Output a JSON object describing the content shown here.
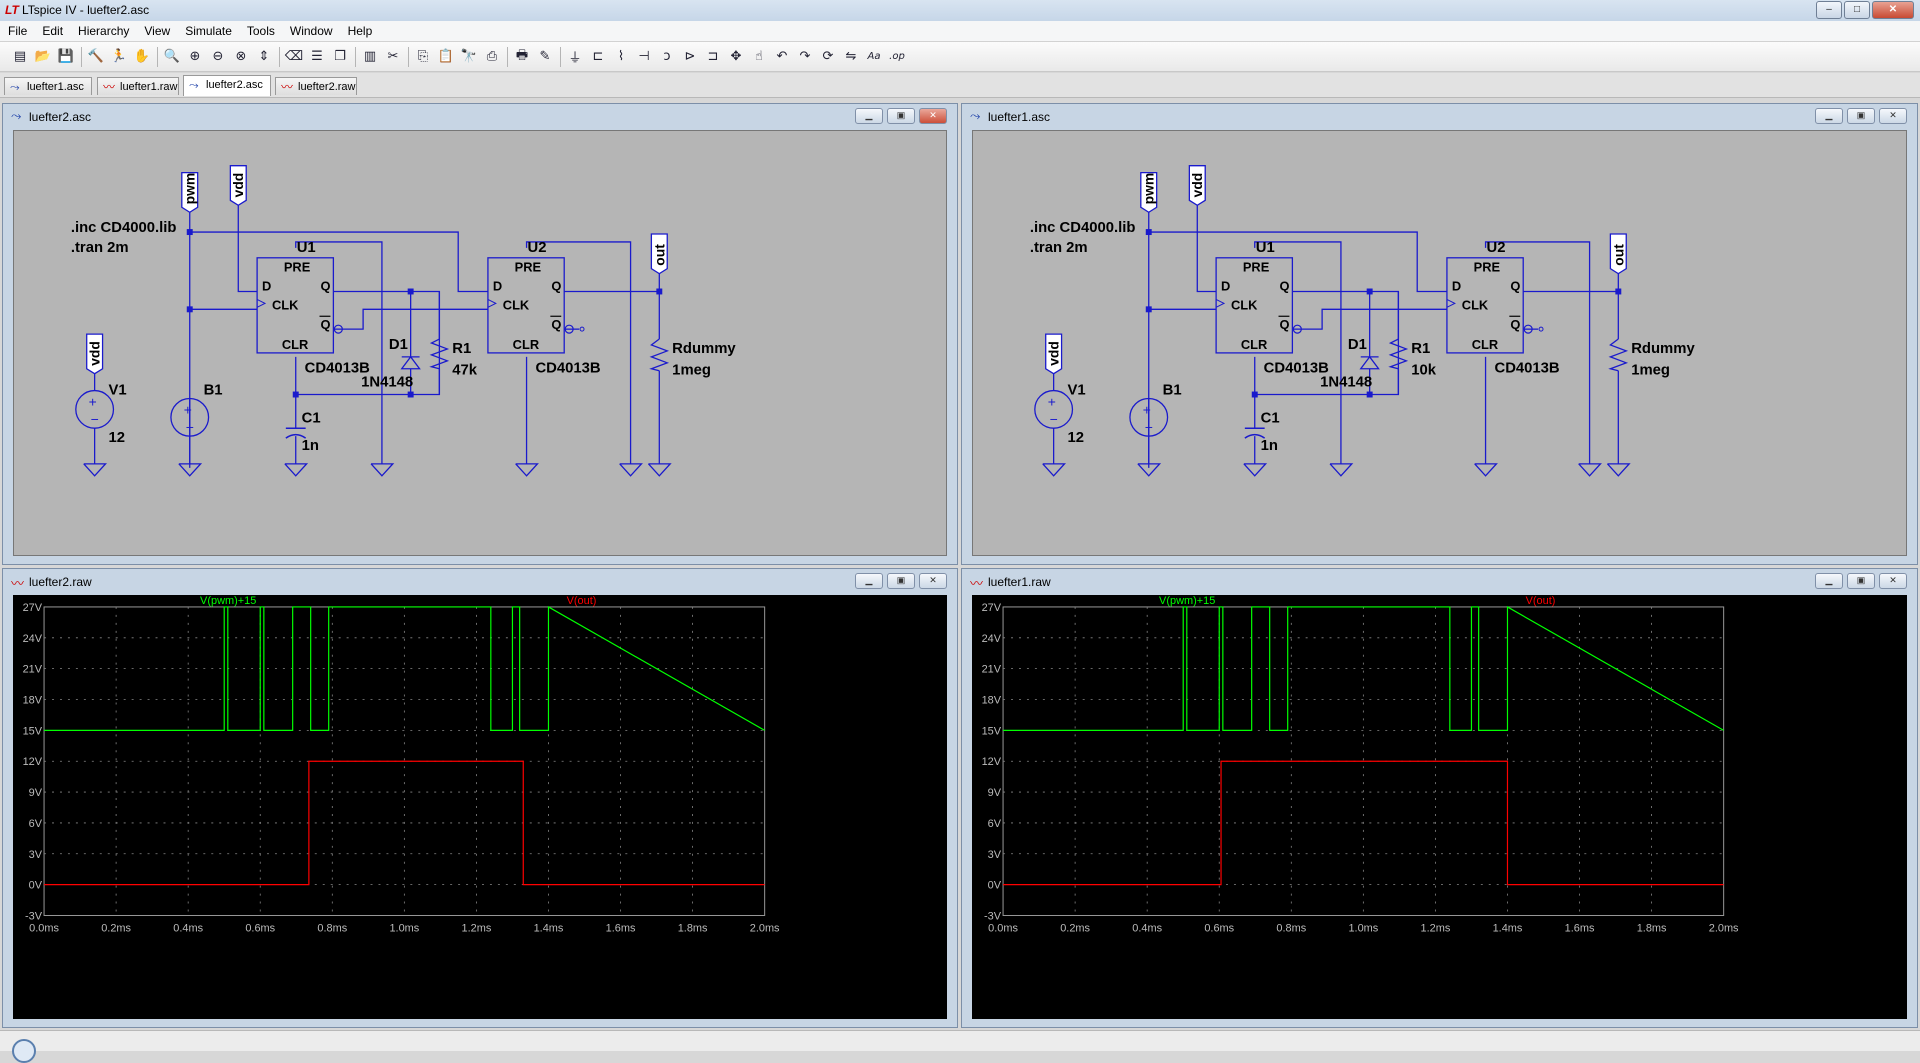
{
  "window": {
    "app_icon": "LT",
    "title": "LTspice IV - luefter2.asc"
  },
  "menu": [
    "File",
    "Edit",
    "Hierarchy",
    "View",
    "Simulate",
    "Tools",
    "Window",
    "Help"
  ],
  "toolbar": {
    "icons": [
      "new-schematic-icon",
      "open-icon",
      "save-icon",
      "control-panel-icon",
      "run-icon",
      "halt-icon",
      "zoom-in-icon",
      "zoom-extents-icon",
      "zoom-out-icon",
      "zoom-cancel-icon",
      "autorange-icon",
      "delete-traces-icon",
      "tile-horizontal-icon",
      "cascade-icon",
      "tile-vertical-icon",
      "cut-icon",
      "copy-icon",
      "paste-icon",
      "find-icon",
      "print-setup-icon",
      "print-icon",
      "draw-wire-icon",
      "ground-icon",
      "label-net-icon",
      "resistor-icon",
      "capacitor-icon",
      "inductor-icon",
      "diode-icon",
      "component-icon",
      "move-icon",
      "drag-icon",
      "undo-icon",
      "redo-icon",
      "rotate-icon",
      "mirror-icon",
      "text-icon",
      "spice-directive-icon"
    ]
  },
  "tabs": [
    {
      "label": "luefter1.asc",
      "type": "schematic"
    },
    {
      "label": "luefter1.raw",
      "type": "waveform"
    },
    {
      "label": "luefter2.asc",
      "type": "schematic"
    },
    {
      "label": "luefter2.raw",
      "type": "waveform"
    }
  ],
  "schematics": [
    {
      "title": "luefter2.asc",
      "directives": [
        ".inc CD4000.lib",
        ".tran 2m"
      ],
      "labels": {
        "pwm": "pwm",
        "vdd": "vdd",
        "vdd2": "vdd",
        "out": "out"
      },
      "u1": {
        "name": "U1",
        "model": "CD4013B",
        "pins": [
          "PRE",
          "D",
          "CLK",
          "Q",
          "Q",
          "CLR"
        ]
      },
      "u2": {
        "name": "U2",
        "model": "CD4013B",
        "pins": [
          "PRE",
          "D",
          "CLK",
          "Q",
          "Q",
          "CLR"
        ]
      },
      "v1": {
        "name": "V1",
        "value": "12"
      },
      "b1": {
        "name": "B1"
      },
      "c1": {
        "name": "C1",
        "value": "1n"
      },
      "d1": {
        "name": "D1",
        "value": "1N4148"
      },
      "r1": {
        "name": "R1",
        "value": "47k"
      },
      "rdummy": {
        "name": "Rdummy",
        "value": "1meg"
      }
    },
    {
      "title": "luefter1.asc",
      "directives": [
        ".inc CD4000.lib",
        ".tran 2m"
      ],
      "labels": {
        "pwm": "pwm",
        "vdd": "vdd",
        "vdd2": "vdd",
        "out": "out"
      },
      "u1": {
        "name": "U1",
        "model": "CD4013B",
        "pins": [
          "PRE",
          "D",
          "CLK",
          "Q",
          "Q",
          "CLR"
        ]
      },
      "u2": {
        "name": "U2",
        "model": "CD4013B",
        "pins": [
          "PRE",
          "D",
          "CLK",
          "Q",
          "Q",
          "CLR"
        ]
      },
      "v1": {
        "name": "V1",
        "value": "12"
      },
      "b1": {
        "name": "B1"
      },
      "c1": {
        "name": "C1",
        "value": "1n"
      },
      "d1": {
        "name": "D1",
        "value": "1N4148"
      },
      "r1": {
        "name": "R1",
        "value": "10k"
      },
      "rdummy": {
        "name": "Rdummy",
        "value": "1meg"
      }
    }
  ],
  "waveforms": [
    {
      "title": "luefter2.raw",
      "chart_data": {
        "type": "line",
        "xlabel": "",
        "ylabel": "",
        "xlim": [
          0,
          2
        ],
        "ylim": [
          -3,
          27
        ],
        "x_ticks": [
          "0.0ms",
          "0.2ms",
          "0.4ms",
          "0.6ms",
          "0.8ms",
          "1.0ms",
          "1.2ms",
          "1.4ms",
          "1.6ms",
          "1.8ms",
          "2.0ms"
        ],
        "y_ticks": [
          "27V",
          "24V",
          "21V",
          "18V",
          "15V",
          "12V",
          "9V",
          "6V",
          "3V",
          "0V",
          "-3V"
        ],
        "grid": true,
        "series": [
          {
            "name": "V(pwm)+15",
            "color": "#00ff00",
            "x": [
              0,
              0.5,
              0.5,
              0.51,
              0.51,
              0.6,
              0.6,
              0.61,
              0.61,
              0.69,
              0.69,
              0.74,
              0.74,
              0.79,
              0.79,
              1.24,
              1.24,
              1.3,
              1.3,
              1.32,
              1.32,
              1.4,
              1.4,
              2.0
            ],
            "y": [
              15,
              15,
              27,
              27,
              15,
              15,
              27,
              27,
              15,
              15,
              27,
              27,
              15,
              15,
              27,
              27,
              15,
              15,
              27,
              27,
              15,
              15,
              27,
              15
            ]
          },
          {
            "name": "V(out)",
            "color": "#ff0000",
            "x": [
              0,
              0.735,
              0.735,
              1.33,
              1.33,
              2.0
            ],
            "y": [
              0,
              0,
              12,
              12,
              0,
              0
            ]
          }
        ]
      }
    },
    {
      "title": "luefter1.raw",
      "chart_data": {
        "type": "line",
        "xlabel": "",
        "ylabel": "",
        "xlim": [
          0,
          2
        ],
        "ylim": [
          -3,
          27
        ],
        "x_ticks": [
          "0.0ms",
          "0.2ms",
          "0.4ms",
          "0.6ms",
          "0.8ms",
          "1.0ms",
          "1.2ms",
          "1.4ms",
          "1.6ms",
          "1.8ms",
          "2.0ms"
        ],
        "y_ticks": [
          "27V",
          "24V",
          "21V",
          "18V",
          "15V",
          "12V",
          "9V",
          "6V",
          "3V",
          "0V",
          "-3V"
        ],
        "grid": true,
        "series": [
          {
            "name": "V(pwm)+15",
            "color": "#00ff00",
            "x": [
              0,
              0.5,
              0.5,
              0.51,
              0.51,
              0.6,
              0.6,
              0.61,
              0.61,
              0.69,
              0.69,
              0.74,
              0.74,
              0.79,
              0.79,
              1.24,
              1.24,
              1.3,
              1.3,
              1.32,
              1.32,
              1.4,
              1.4,
              2.0
            ],
            "y": [
              15,
              15,
              27,
              27,
              15,
              15,
              27,
              27,
              15,
              15,
              27,
              27,
              15,
              15,
              27,
              27,
              15,
              15,
              27,
              27,
              15,
              15,
              27,
              15
            ]
          },
          {
            "name": "V(out)",
            "color": "#ff0000",
            "x": [
              0,
              0.605,
              0.605,
              1.4,
              1.4,
              2.0
            ],
            "y": [
              0,
              0,
              12,
              12,
              0,
              0
            ]
          }
        ]
      }
    }
  ]
}
